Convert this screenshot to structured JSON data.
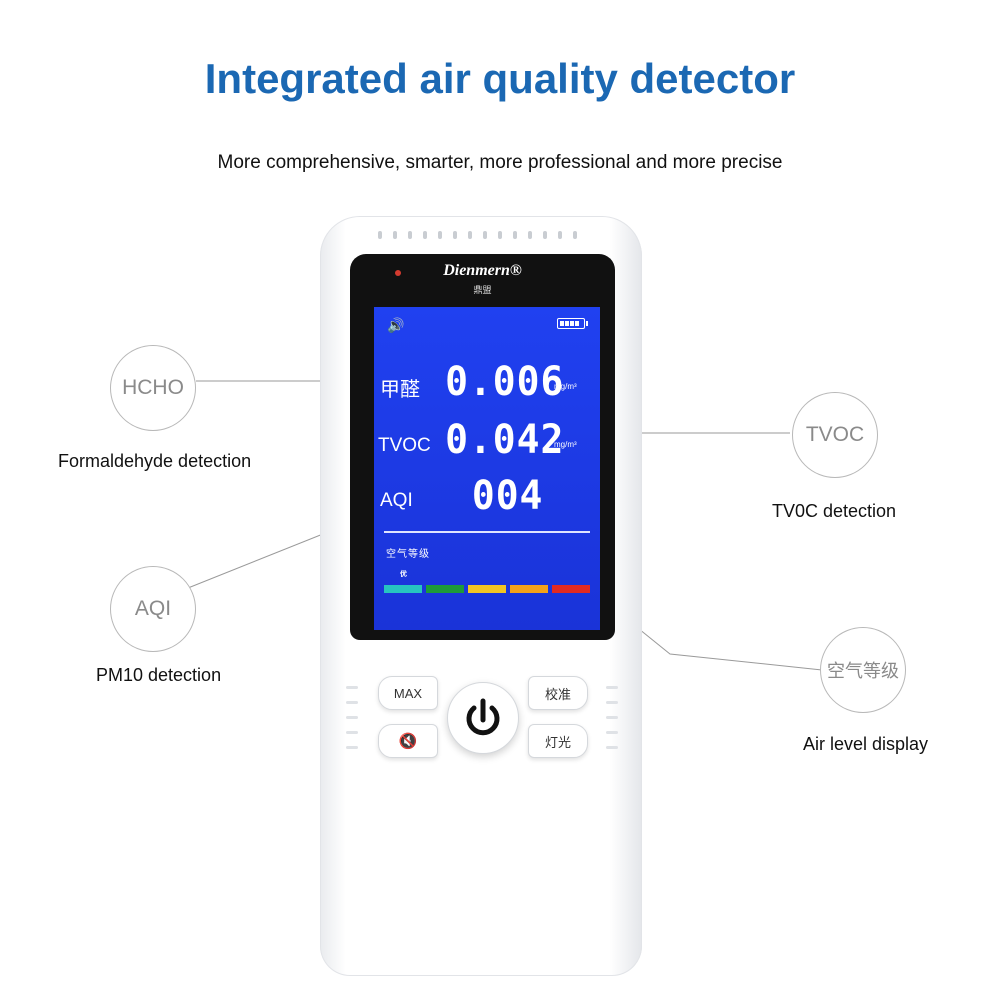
{
  "header": {
    "title": "Integrated air quality detector",
    "subtitle": "More comprehensive, smarter, more professional and more precise"
  },
  "callouts": {
    "hcho": {
      "circle_text": "HCHO",
      "label": "Formaldehyde detection"
    },
    "tvoc": {
      "circle_text": "TVOC",
      "label": "TV0C detection"
    },
    "aqi": {
      "circle_text": "AQI",
      "label": "PM10 detection"
    },
    "air_level": {
      "circle_text": "空气等级",
      "label": "Air level display"
    }
  },
  "device": {
    "brand": "Dienmern®",
    "brand_sub": "鼎盟",
    "screen": {
      "hcho_label": "甲醛",
      "hcho_value": "0.006",
      "hcho_unit": "mg/m³",
      "tvoc_label": "TVOC",
      "tvoc_value": "0.042",
      "tvoc_unit": "mg/m³",
      "aqi_label": "AQI",
      "aqi_value": "004",
      "air_level_label": "空气等级",
      "air_level_indicator": "优",
      "level_colors": [
        "#27c4c0",
        "#1e9a3a",
        "#f2c523",
        "#f5a21a",
        "#e22a22"
      ]
    },
    "buttons": {
      "max": "MAX",
      "calibrate": "校准",
      "light": "灯光",
      "mute_icon": "mute-icon",
      "power_icon": "power-icon"
    }
  }
}
